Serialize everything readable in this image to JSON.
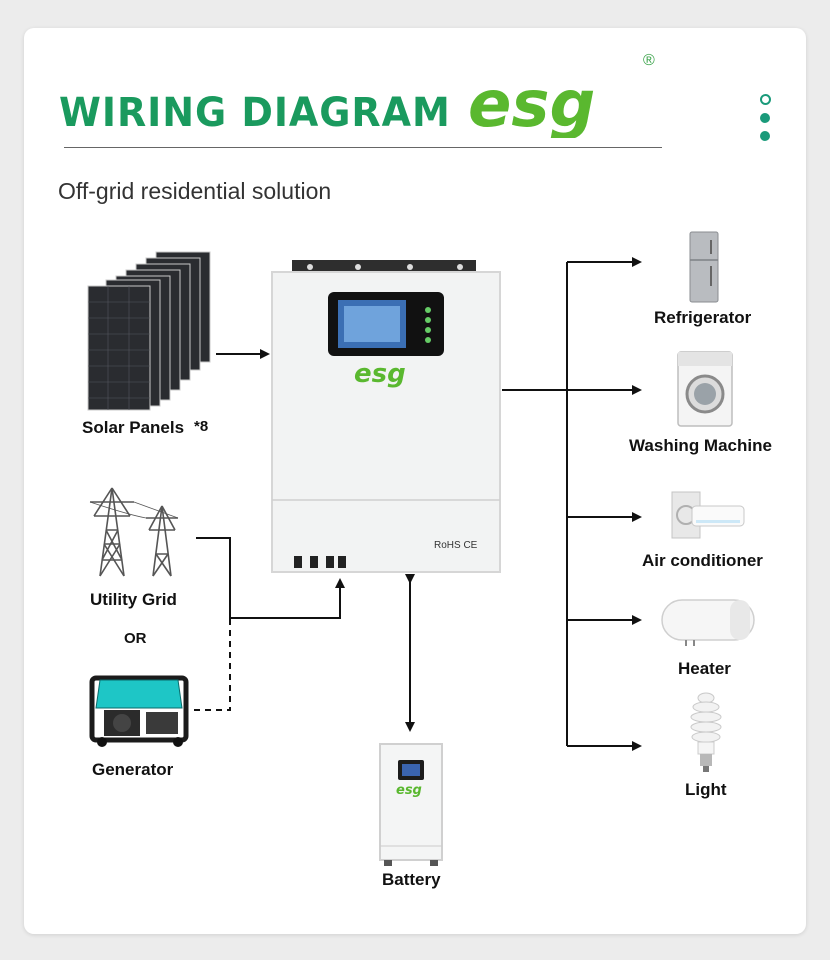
{
  "header": {
    "title": "WIRING DIAGRAM",
    "brand": "esg",
    "registered_mark": "®",
    "subtitle": "Off-grid residential solution"
  },
  "inputs": {
    "solar": {
      "label": "Solar Panels",
      "qty": "*8"
    },
    "grid": {
      "label": "Utility Grid"
    },
    "or_text": "OR",
    "generator": {
      "label": "Generator"
    }
  },
  "inverter": {
    "brand": "esg",
    "marks": "RoHS  CE"
  },
  "storage": {
    "battery": {
      "label": "Battery"
    }
  },
  "loads": [
    {
      "label": "Refrigerator",
      "icon": "refrigerator-icon"
    },
    {
      "label": "Washing Machine",
      "icon": "washing-machine-icon"
    },
    {
      "label": "Air conditioner",
      "icon": "air-conditioner-icon"
    },
    {
      "label": "Heater",
      "icon": "heater-icon"
    },
    {
      "label": "Light",
      "icon": "light-bulb-icon"
    }
  ],
  "colors": {
    "accent": "#1a9a5e",
    "brand_green": "#5ab82f",
    "line": "#111111"
  }
}
